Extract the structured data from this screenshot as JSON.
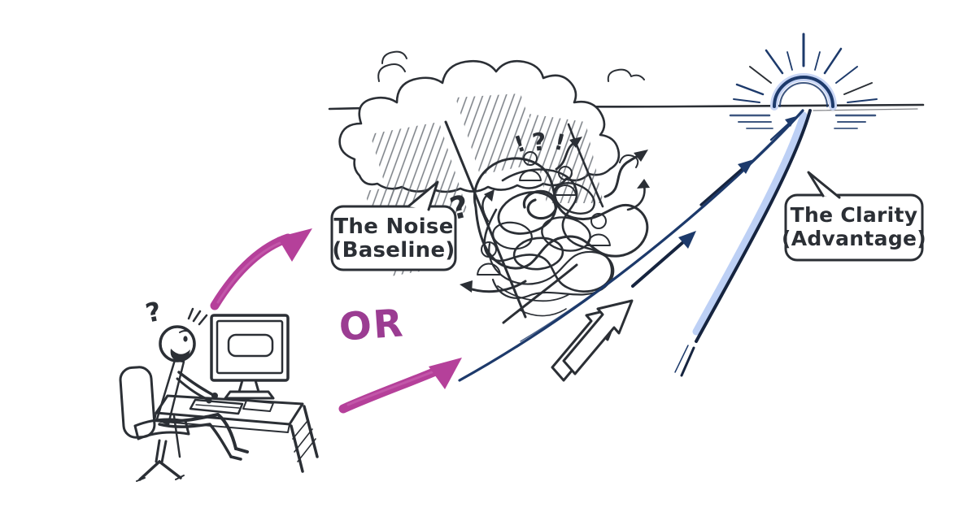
{
  "scene": {
    "title_hint": "choice between noisy path and clear path",
    "bubbles": {
      "noise": {
        "line1": "The Noise",
        "line2": "(Baseline)"
      },
      "clarity": {
        "line1": "The Clarity",
        "line2": "(Advantage)"
      }
    },
    "or_label": "OR",
    "decorations": {
      "question_mark": "?",
      "exclamation_mark": "!"
    },
    "colors": {
      "ink": "#2b2f35",
      "magenta": "#b5409a",
      "purple": "#9b3c92",
      "navy": "#1d3a6b",
      "navy_deep": "#16243f",
      "highlight": "#b9cdf4",
      "glow": "#c9d6f5"
    }
  }
}
